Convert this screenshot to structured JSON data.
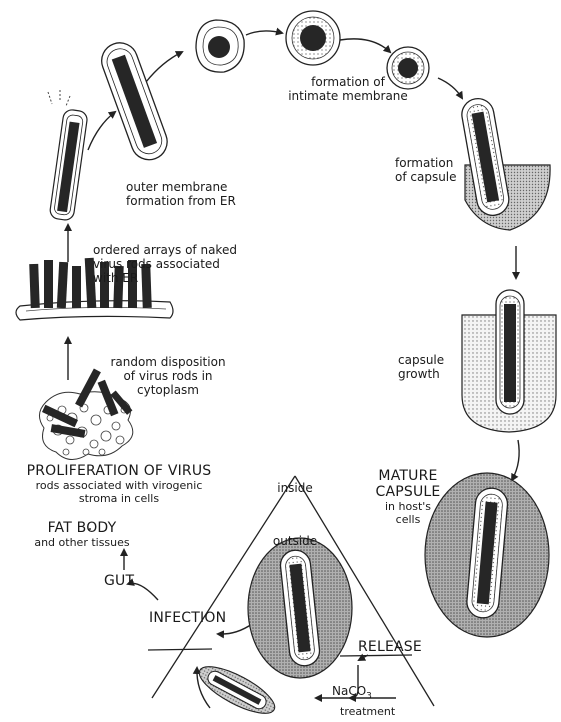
{
  "labels": {
    "intimate_l1": "formation of",
    "intimate_l2": "intimate membrane",
    "capsule_form_l1": "formation",
    "capsule_form_l2": "of capsule",
    "outer_l1": "outer membrane",
    "outer_l2": "formation from ER",
    "ordered_l1": "ordered arrays of naked",
    "ordered_l2": "virus rods associated",
    "ordered_l3": "with ER",
    "random_l1": "random disposition",
    "random_l2": "of virus rods in",
    "random_l3": "cytoplasm",
    "capsule_growth_l1": "capsule",
    "capsule_growth_l2": "growth",
    "prolif_title": "PROLIFERATION OF VIRUS",
    "prolif_l2": "rods associated with virogenic",
    "prolif_l3": "stroma  in cells",
    "mature_l1": "MATURE",
    "mature_l2": "CAPSULE",
    "mature_l3": "in host's",
    "mature_l4": "cells",
    "fat_title": "FAT BODY",
    "fat_l2": "and other tissues",
    "inside": "inside",
    "outside": "outside",
    "gut": "GUT",
    "infection": "INFECTION",
    "release": "RELEASE",
    "naco3_main": "NaCO",
    "naco3_sub": "3",
    "treatment": "treatment"
  }
}
